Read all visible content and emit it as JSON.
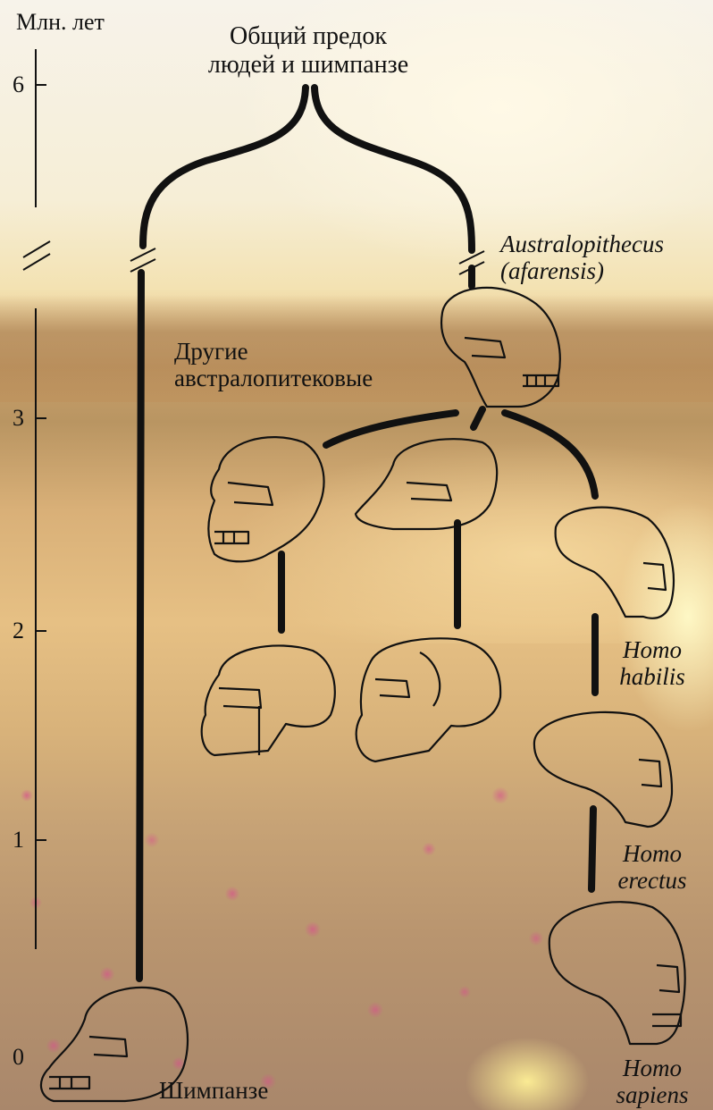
{
  "diagram": {
    "scale": {
      "label": "Млн. лет",
      "ticks": [
        {
          "value": "6"
        },
        {
          "value": "3"
        },
        {
          "value": "2"
        },
        {
          "value": "1"
        },
        {
          "value": "0"
        }
      ]
    },
    "root": {
      "line1": "Общий предок",
      "line2": "людей и шимпанзе"
    },
    "nodes": {
      "australopithecus_line1": "Australopithecus",
      "australopithecus_line2": "(afarensis)",
      "other_line1": "Другие",
      "other_line2": "австралопитековые",
      "homo_habilis_line1": "Homo",
      "homo_habilis_line2": "habilis",
      "homo_erectus_line1": "Homo",
      "homo_erectus_line2": "erectus",
      "homo_sapiens_line1": "Homo",
      "homo_sapiens_line2": "sapiens",
      "chimpanzee": "Шимпанзе"
    },
    "colors": {
      "ink": "#111111",
      "flower": "#d8508c"
    }
  }
}
